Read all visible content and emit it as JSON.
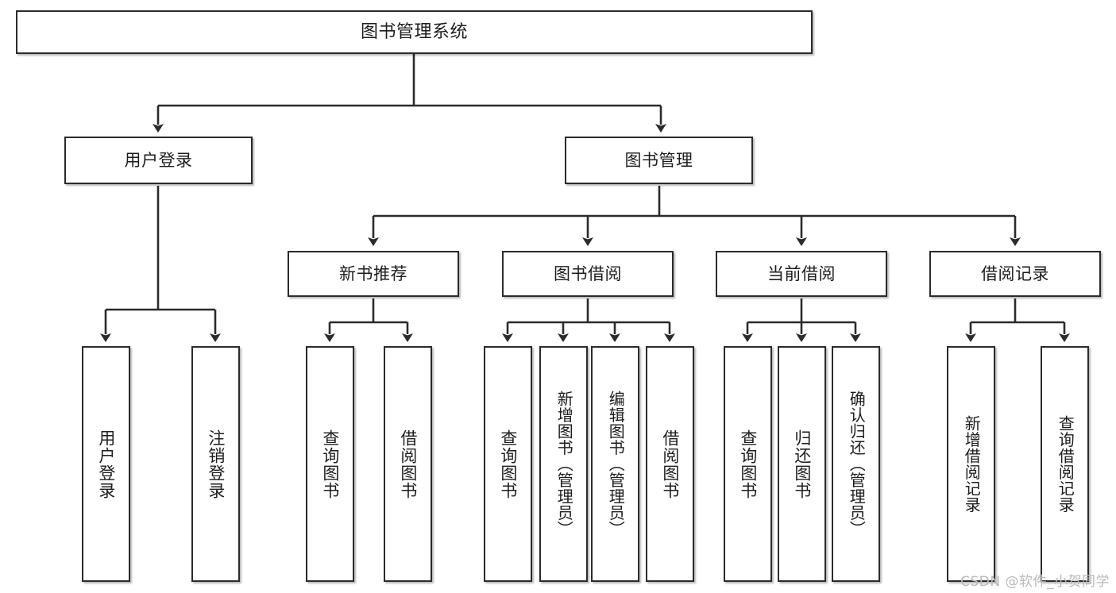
{
  "diagram": {
    "type": "tree",
    "title": "图书管理系统",
    "watermark": "CSDN @软件_小贺同学",
    "colors": {
      "box_border": "#2b2b2b",
      "box_fill": "#ffffff",
      "connector": "#2b2b2b",
      "watermark": "#b9b9b9",
      "background": "#ffffff"
    },
    "nodes": {
      "root": {
        "label": "图书管理系统"
      },
      "level2": [
        {
          "id": "user-login",
          "label": "用户登录"
        },
        {
          "id": "book-management",
          "label": "图书管理"
        }
      ],
      "level3": [
        {
          "id": "new-book-recommend",
          "label": "新书推荐"
        },
        {
          "id": "book-borrow",
          "label": "图书借阅"
        },
        {
          "id": "current-borrow",
          "label": "当前借阅"
        },
        {
          "id": "borrow-record",
          "label": "借阅记录"
        }
      ],
      "leaves": {
        "user_login": [
          {
            "id": "leaf-user-login",
            "label": "用户登录"
          },
          {
            "id": "leaf-logout-login",
            "label": "注销登录"
          }
        ],
        "new_book_recommend": [
          {
            "id": "leaf-query-book-1",
            "label": "查询图书"
          },
          {
            "id": "leaf-borrow-book-1",
            "label": "借阅图书"
          }
        ],
        "book_borrow": [
          {
            "id": "leaf-query-book-2",
            "label": "查询图书"
          },
          {
            "id": "leaf-add-book",
            "label": "新增图书（管理员）"
          },
          {
            "id": "leaf-edit-book",
            "label": "编辑图书（管理员）"
          },
          {
            "id": "leaf-borrow-book-2",
            "label": "借阅图书"
          }
        ],
        "current_borrow": [
          {
            "id": "leaf-query-book-3",
            "label": "查询图书"
          },
          {
            "id": "leaf-return-book",
            "label": "归还图书"
          },
          {
            "id": "leaf-confirm-return",
            "label": "确认归还（管理员）"
          }
        ],
        "borrow_record": [
          {
            "id": "leaf-add-borrow-record",
            "label": "新增借阅记录"
          },
          {
            "id": "leaf-query-borrow-record",
            "label": "查询借阅记录"
          }
        ]
      }
    }
  }
}
